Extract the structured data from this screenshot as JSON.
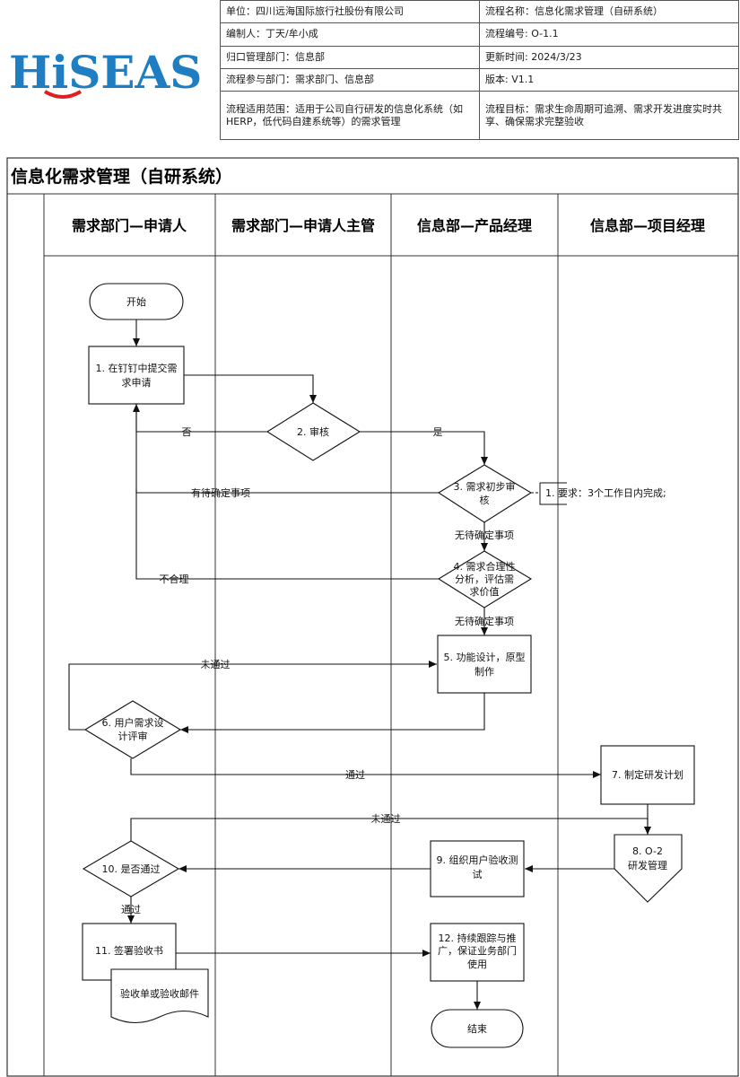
{
  "logo": {
    "text": "HiSEAS",
    "color": "#1f7ec2",
    "smile_color": "#e02020"
  },
  "info": {
    "unit": "单位：四川远海国际旅行社股份有限公司",
    "process_name": "流程名称：信息化需求管理（自研系统）",
    "author": "编制人：丁天/牟小成",
    "process_no": "流程编号: O-1.1",
    "owner_dept": "归口管理部门：信息部",
    "update_time": "更新时间: 2024/3/23",
    "participants": "流程参与部门：需求部门、信息部",
    "version": "版本: V1.1",
    "scope": "流程适用范围：适用于公司自行研发的信息化系统（如HERP，低代码自建系统等）的需求管理",
    "goal": "流程目标：需求生命周期可追溯、需求开发进度实时共享、确保需求完整验收"
  },
  "diagram": {
    "title": "信息化需求管理（自研系统）",
    "lanes": [
      "需求部门—申请人",
      "需求部门—申请人主管",
      "信息部—产品经理",
      "信息部—项目经理"
    ],
    "nodes": {
      "start": "开始",
      "n1": [
        "1. 在钉钉中提交需",
        "求申请"
      ],
      "n2": [
        "2. 审核"
      ],
      "n3": [
        "3. 需求初步审",
        "核"
      ],
      "n4": [
        "4. 需求合理性",
        "分析，评估需",
        "求价值"
      ],
      "n5": [
        "5. 功能设计，原型",
        "制作"
      ],
      "n6": [
        "6. 用户需求设",
        "计评审"
      ],
      "n7": [
        "7. 制定研发计划"
      ],
      "n8": [
        "8. O-2",
        "研发管理"
      ],
      "n9": [
        "9. 组织用户验收测",
        "试"
      ],
      "n10": [
        "10. 是否通过"
      ],
      "n11": [
        "11. 签署验收书"
      ],
      "doc": [
        "验收单或验收邮件"
      ],
      "n12": [
        "12. 持续跟踪与推",
        "广，保证业务部门",
        "使用"
      ],
      "end": "结束",
      "note": "1. 要求：3个工作日内完成;"
    },
    "edge_labels": {
      "no": "否",
      "yes": "是",
      "pending": "有待确定事项",
      "no_pending_1": "无待确定事项",
      "unreasonable": "不合理",
      "no_pending_2": "无待确定事项",
      "not_passed_1": "未通过",
      "passed_1": "通过",
      "not_passed_2": "未通过",
      "passed_2": "通过"
    }
  }
}
